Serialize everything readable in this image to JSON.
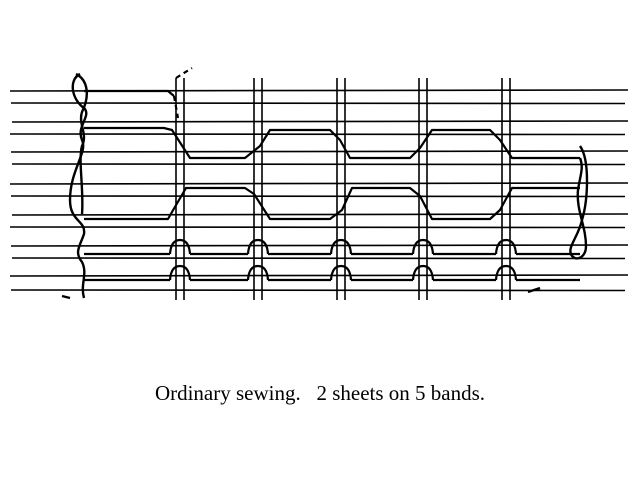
{
  "caption": "Ordinary sewing.   2 sheets on 5 bands.",
  "diagram": {
    "subject": "sewing-diagram",
    "sheets": 2,
    "bands": 5,
    "ink_color": "#000000",
    "background_color": "#ffffff"
  }
}
